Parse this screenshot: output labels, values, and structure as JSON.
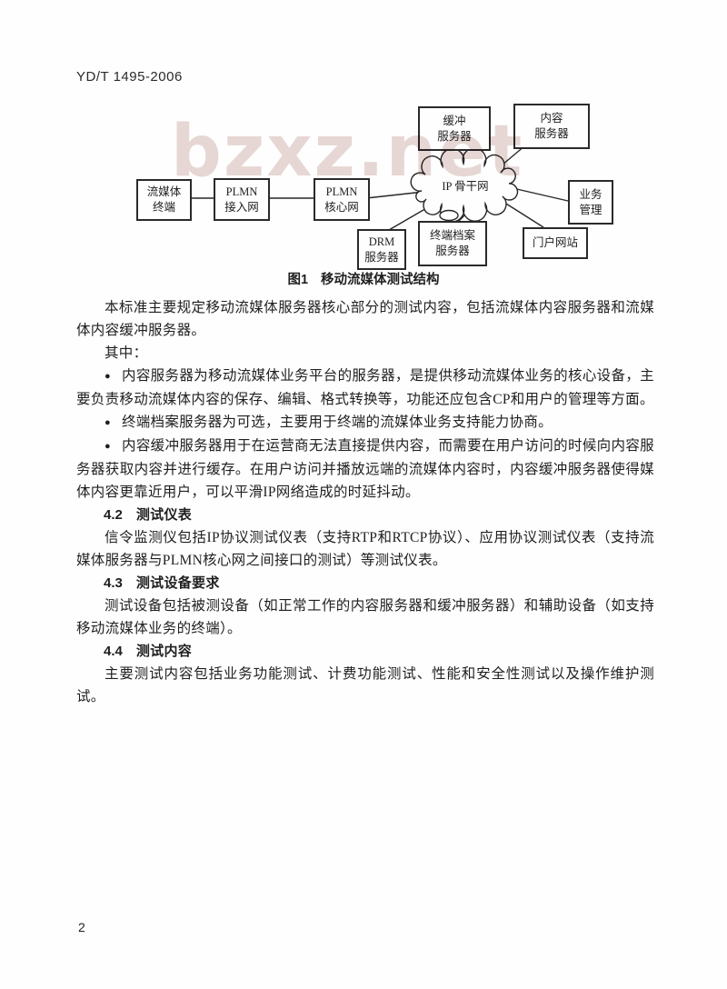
{
  "page": {
    "doc_code": "YD/T 1495-2006",
    "page_number": "2",
    "watermark": "bzxz.net"
  },
  "figure": {
    "caption_label": "图1",
    "caption_title": "移动流媒体测试结构",
    "cloud_label": "IP 骨干网",
    "nodes": {
      "terminal": {
        "line1": "流媒体",
        "line2": "终端"
      },
      "plmn_access": {
        "line1": "PLMN",
        "line2": "接入网"
      },
      "plmn_core": {
        "line1": "PLMN",
        "line2": "核心网"
      },
      "buffer_server": {
        "line1": "缓冲",
        "line2": "服务器"
      },
      "content_server": {
        "line1": "内容",
        "line2": "服务器"
      },
      "service_mgmt": {
        "line1": "业务",
        "line2": "管理"
      },
      "portal": {
        "line1": "门户网站"
      },
      "terminal_profile": {
        "line1": "终端档案",
        "line2": "服务器"
      },
      "drm_server": {
        "line1": "DRM",
        "line2": "服务器"
      }
    }
  },
  "body": {
    "para1": "本标准主要规定移动流媒体服务器核心部分的测试内容，包括流媒体内容服务器和流媒体内容缓冲服务器。",
    "para2": "其中：",
    "bullet_marker": "●",
    "bullets": [
      "内容服务器为移动流媒体业务平台的服务器，是提供移动流媒体业务的核心设备，主要负责移动流媒体内容的保存、编辑、格式转换等，功能还应包含CP和用户的管理等方面。",
      "终端档案服务器为可选，主要用于终端的流媒体业务支持能力协商。",
      "内容缓冲服务器用于在运营商无法直接提供内容，而需要在用户访问的时候向内容服务器获取内容并进行缓存。在用户访问并播放远端的流媒体内容时，内容缓冲服务器使得媒体内容更靠近用户，可以平滑IP网络造成的时延抖动。"
    ],
    "sections": [
      {
        "num": "4.2",
        "title": "测试仪表",
        "text": "信令监测仪包括IP协议测试仪表（支持RTP和RTCP协议）、应用协议测试仪表（支持流媒体服务器与PLMN核心网之间接口的测试）等测试仪表。"
      },
      {
        "num": "4.3",
        "title": "测试设备要求",
        "text": "测试设备包括被测设备（如正常工作的内容服务器和缓冲服务器）和辅助设备（如支持移动流媒体业务的终端）。"
      },
      {
        "num": "4.4",
        "title": "测试内容",
        "text": "主要测试内容包括业务功能测试、计费功能测试、性能和安全性测试以及操作维护测试。"
      }
    ]
  }
}
